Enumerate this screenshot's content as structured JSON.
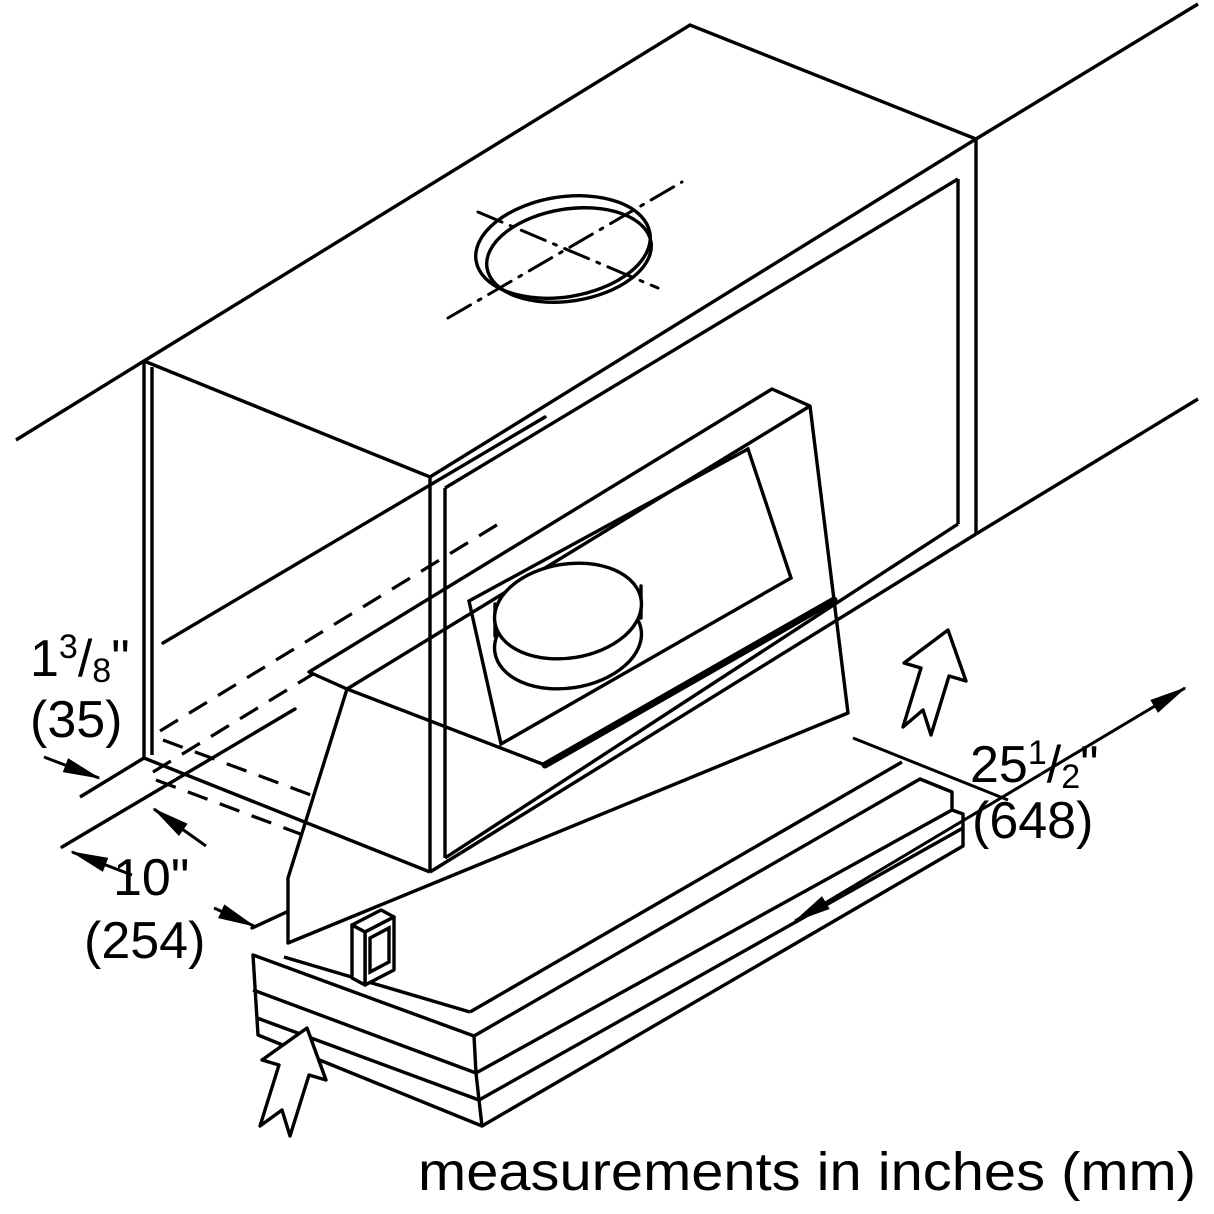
{
  "diagram": {
    "type": "appliance-installation-drawing",
    "subject": "built-in range hood insert mounted inside a wall cabinet",
    "colors": {
      "line": "#000000",
      "background": "#ffffff"
    },
    "caption": "measurements in inches (mm)",
    "labels": {
      "dim35": {
        "whole": "1",
        "sup": "3",
        "slash": "/",
        "sub": "8",
        "unit": "\"",
        "mm": "(35)"
      },
      "dim254": {
        "value": "10\"",
        "mm": "(254)"
      },
      "dim648": {
        "whole": "25",
        "sup": "1",
        "slash": "/",
        "sub": "2",
        "unit": "\"",
        "mm": "(648)"
      }
    },
    "icons": [
      "insertion-direction-arrow-left",
      "insertion-direction-arrow-right"
    ]
  }
}
